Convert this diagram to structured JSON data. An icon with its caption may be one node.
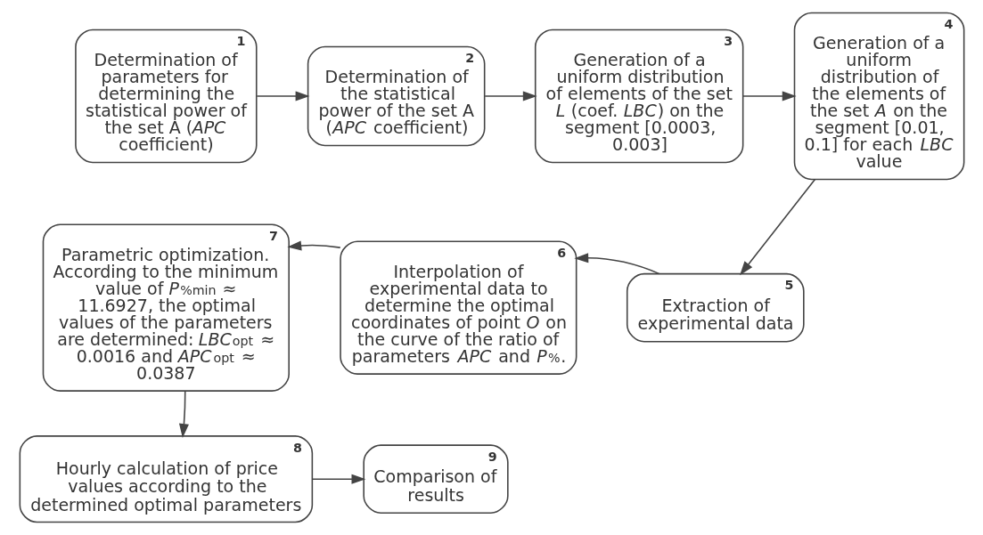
{
  "diagram": {
    "nodes": [
      {
        "text": [
          "1",
          "Determination of parameters for determining the statistical power of the set A (*APC* coefficient)"
        ]
      },
      {
        "text": [
          "2",
          "Determination of the statistical power of the set A (*APC* coefficient)"
        ]
      },
      {
        "text": [
          "3",
          "Generation of a uniform distribution of elements of the set *L* (coef. *LBC*) on the segment [0.0003, 0.003]"
        ]
      },
      {
        "text": [
          "4",
          "Generation of a uniform distribution of the elements of the set *A* on the segment [0.01, 0.1] for each *LBC* value"
        ]
      },
      {
        "text": [
          "5",
          "Extraction of experimental data"
        ]
      },
      {
        "text": [
          "6",
          "Interpolation of experimental data to determine the optimal coordinates of point *O* on the curve of the ratio of parameters *APC* and *P*$_{%}$."
        ]
      },
      {
        "text": [
          "7",
          "Parametric optimization. According to the minimum value of *P*$_{%min}$ ≈ 11.6927, the optimal values of the parameters are determined: *LBC*$_{opt}$ ≈ 0.0016 and *APC*$_{opt}$ ≈ 0.0387"
        ]
      },
      {
        "text": [
          "8",
          "Hourly calculation of price values according to the determined optimal parameters"
        ]
      },
      {
        "text": [
          "9",
          "Comparison of results"
        ]
      }
    ],
    "edges": [
      {
        "from": 0,
        "to": 1,
        "arrow": "to"
      },
      {
        "from": 1,
        "to": 2,
        "arrow": "to"
      },
      {
        "from": 2,
        "to": 3,
        "arrow": "to"
      },
      {
        "from": 3,
        "to": 4,
        "arrow": "to"
      },
      {
        "from": 4,
        "to": 5,
        "arrow": "to"
      },
      {
        "from": 5,
        "to": 6,
        "arrow": "to"
      },
      {
        "from": 6,
        "to": 7,
        "arrow": "to"
      },
      {
        "from": 7,
        "to": 8,
        "arrow": "to"
      }
    ]
  }
}
